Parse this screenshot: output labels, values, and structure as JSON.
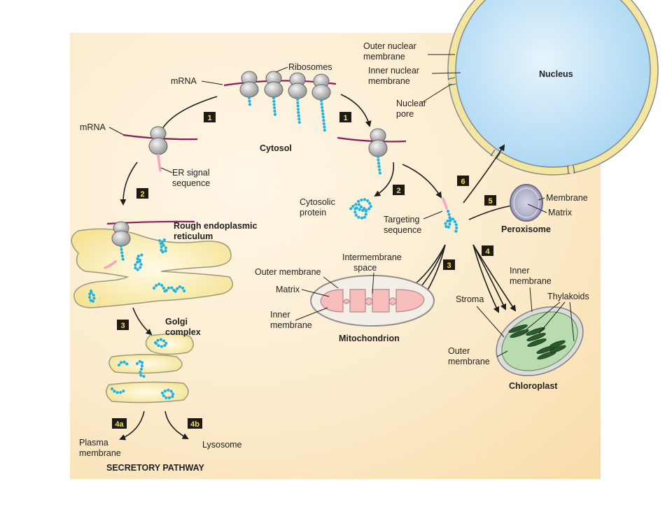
{
  "labels": {
    "outer_nuclear_membrane": [
      "Outer nuclear",
      "membrane"
    ],
    "inner_nuclear_membrane": [
      "Inner nuclear",
      "membrane"
    ],
    "nuclear_pore": [
      "Nuclear",
      "pore"
    ],
    "nucleus": "Nucleus",
    "ribosomes": "Ribosomes",
    "mrna_top": "mRNA",
    "mrna_left": "mRNA",
    "cytosol": "Cytosol",
    "er_signal_sequence": [
      "ER signal",
      "sequence"
    ],
    "cytosolic_protein": [
      "Cytosolic",
      "protein"
    ],
    "targeting_sequence": [
      "Targeting",
      "sequence"
    ],
    "rough_er": [
      "Rough endoplasmic",
      "reticulum"
    ],
    "golgi_complex": [
      "Golgi",
      "complex"
    ],
    "membrane": "Membrane",
    "matrix_peroxisome": "Matrix",
    "peroxisome": "Peroxisome",
    "intermembrane_space": [
      "Intermembrane",
      "space"
    ],
    "outer_membrane_mito": "Outer membrane",
    "matrix_mito": "Matrix",
    "inner_membrane_mito": [
      "Inner",
      "membrane"
    ],
    "mitochondrion": "Mitochondrion",
    "inner_membrane_chloro": [
      "Inner",
      "membrane"
    ],
    "thylakoids": "Thylakoids",
    "stroma": "Stroma",
    "outer_membrane_chloro": [
      "Outer",
      "membrane"
    ],
    "chloroplast": "Chloroplast",
    "plasma_membrane": [
      "Plasma",
      "membrane"
    ],
    "lysosome": "Lysosome",
    "secretory_pathway": "SECRETORY PATHWAY"
  },
  "steps": {
    "s1_left": "1",
    "s1_right": "1",
    "s2_er": "2",
    "s2_cyto": "2",
    "s3_golgi": "3",
    "s3_mito": "3",
    "s4_chloro": "4",
    "s4a": "4a",
    "s4b": "4b",
    "s5": "5",
    "s6": "6"
  },
  "colors": {
    "cytosol_bg": "#fbe7c4",
    "nucleus_fill": "#bfe1f6",
    "nuclear_envelope": "#f3e6a0",
    "er_golgi_fill": "#f8e9a4",
    "mito_matrix": "#f7bcbc",
    "chloroplast_fill": "#b8dcb0",
    "polypeptide": "#1fb3e3",
    "mrna": "#8a1a5a",
    "signal_sequence": "#f5a6bd",
    "step_box": "#1e1b16",
    "step_text": "#f4e04d"
  }
}
